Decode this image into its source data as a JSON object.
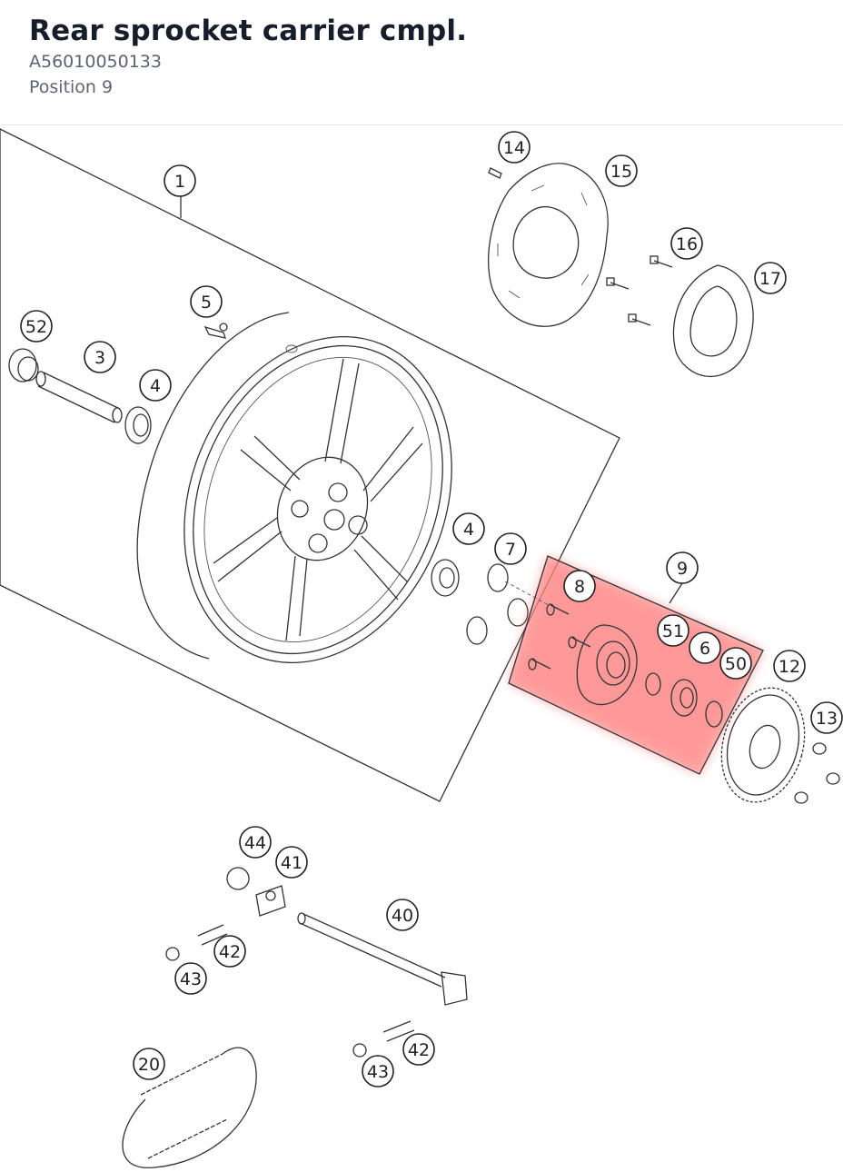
{
  "header": {
    "title": "Rear sprocket carrier cmpl.",
    "part_number": "A56010050133",
    "position": "Position 9"
  },
  "diagram": {
    "highlight_color": "#ff6b6b",
    "selected_callout": "9",
    "callouts": [
      "1",
      "52",
      "3",
      "4",
      "5",
      "14",
      "15",
      "16",
      "17",
      "4",
      "7",
      "8",
      "9",
      "51",
      "6",
      "50",
      "12",
      "13",
      "44",
      "41",
      "40",
      "42",
      "43",
      "42",
      "43",
      "20"
    ]
  }
}
